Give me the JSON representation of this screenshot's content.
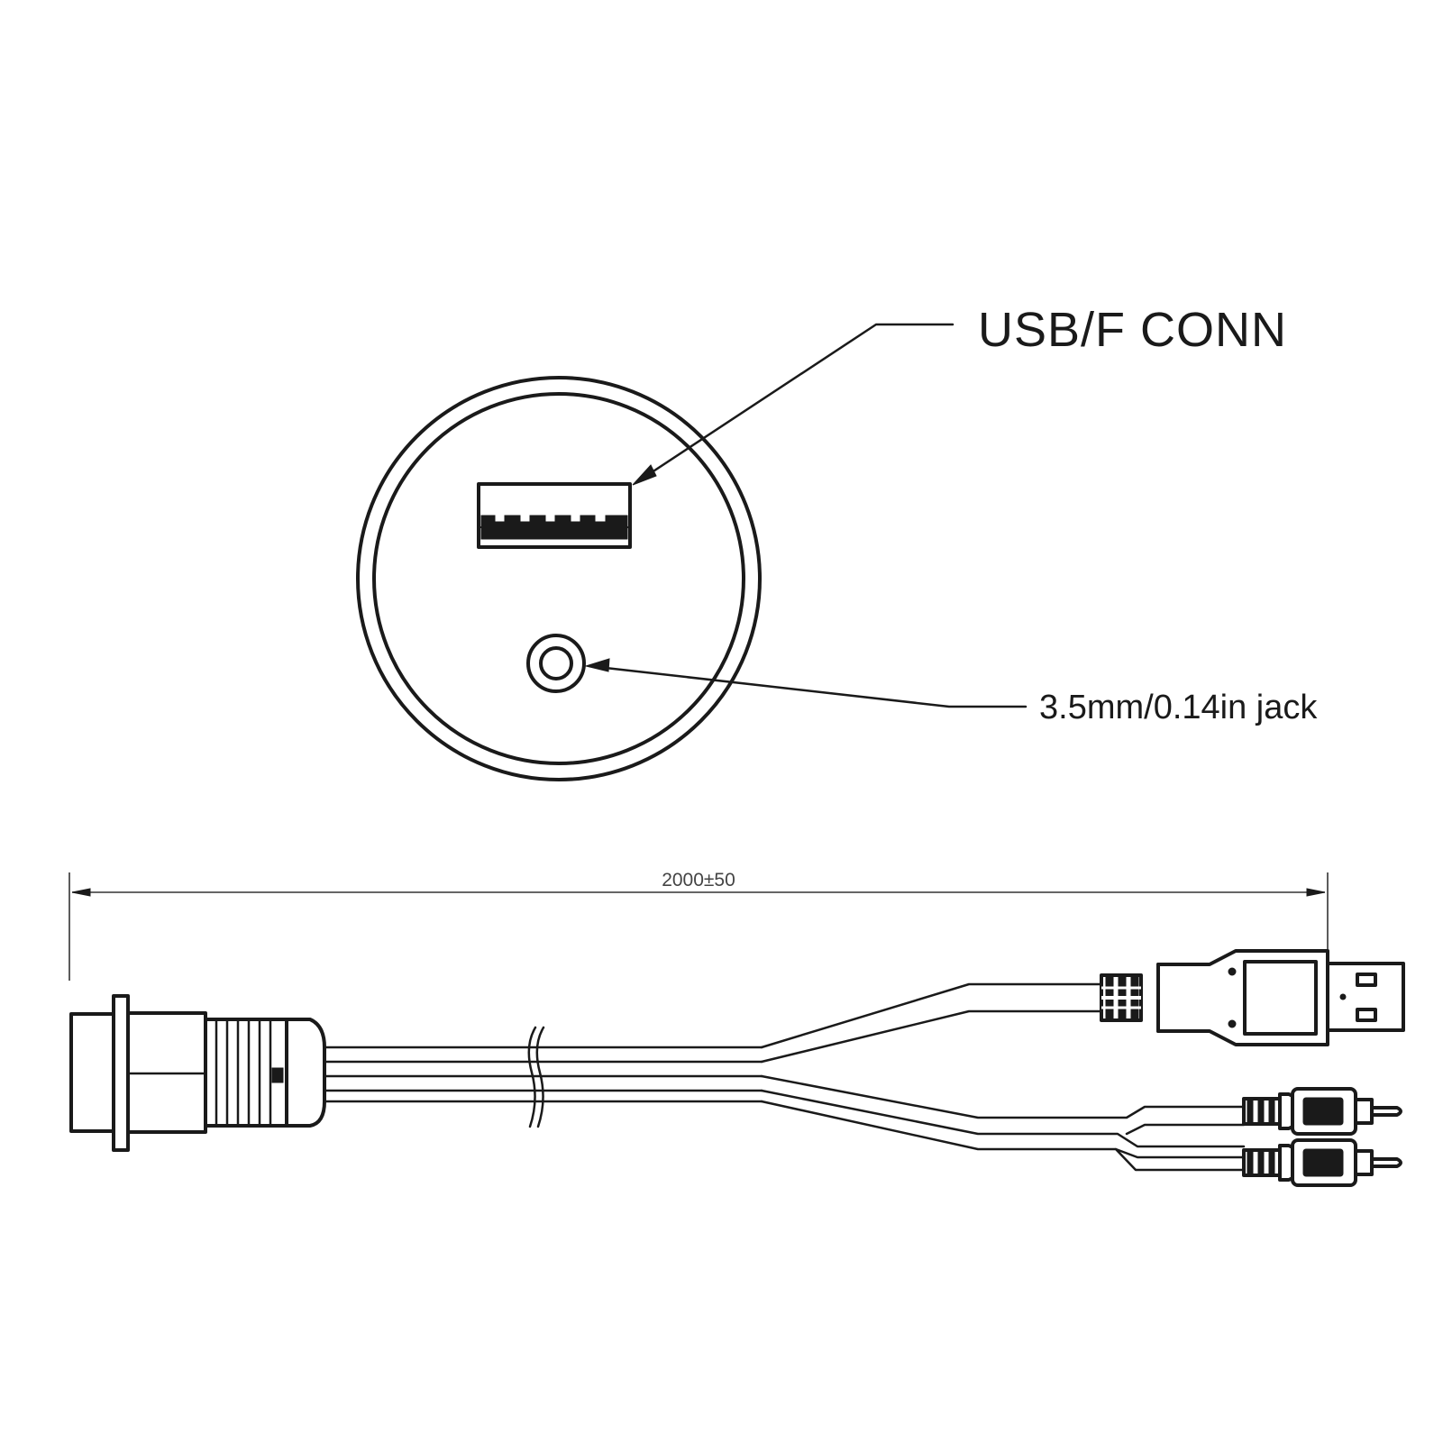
{
  "labels": {
    "usb_conn": "USB/F CONN",
    "audio_jack": "3.5mm/0.14in jack",
    "length": "2000±50"
  },
  "colors": {
    "line": "#1a1a1a",
    "background": "#ffffff"
  }
}
